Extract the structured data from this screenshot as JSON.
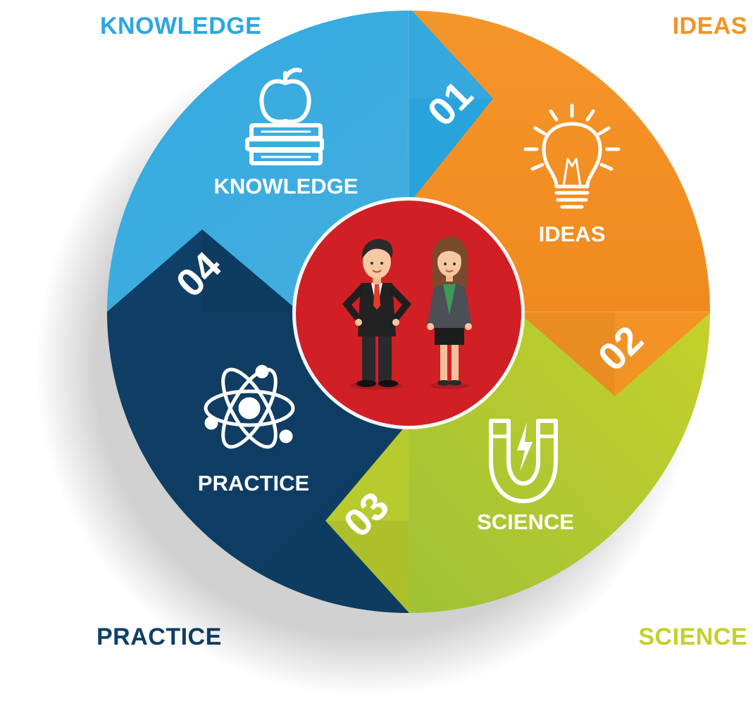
{
  "labels": {
    "top_left": "KNOWLEDGE",
    "top_right": "IDEAS",
    "bottom_left": "PRACTICE",
    "bottom_right": "SCIENCE"
  },
  "segments": [
    {
      "number": "01",
      "label": "KNOWLEDGE",
      "icon": "apple-books-icon",
      "color": "#2aa7e0"
    },
    {
      "number": "02",
      "label": "IDEAS",
      "icon": "lightbulb-icon",
      "color": "#f39325"
    },
    {
      "number": "03",
      "label": "SCIENCE",
      "icon": "magnet-icon",
      "color": "#a9c32f"
    },
    {
      "number": "04",
      "label": "PRACTICE",
      "icon": "atom-icon",
      "color": "#0f3f66"
    }
  ],
  "center": {
    "icon": "business-people-icon",
    "color": "#d11f26"
  },
  "colors": {
    "knowledge": "#2aa7e0",
    "ideas": "#f39325",
    "science": "#c2d02c",
    "practice": "#0f3f66",
    "center": "#d11f26"
  }
}
